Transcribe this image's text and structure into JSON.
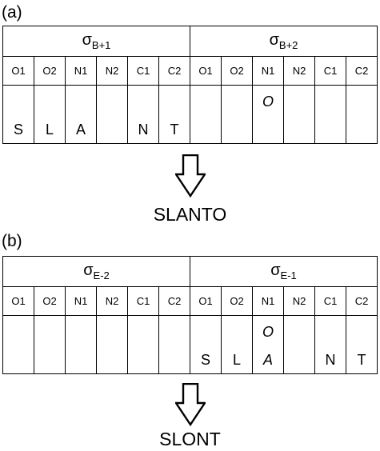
{
  "panels": [
    {
      "label": "(a)",
      "sigmas": [
        {
          "base": "σ",
          "sub": "B+1"
        },
        {
          "base": "σ",
          "sub": "B+2"
        }
      ],
      "slots": [
        "O1",
        "O2",
        "N1",
        "N2",
        "C1",
        "C2",
        "O1",
        "O2",
        "N1",
        "N2",
        "C1",
        "C2"
      ],
      "cells": [
        {
          "top": "",
          "bottom": "S"
        },
        {
          "top": "",
          "bottom": "L"
        },
        {
          "top": "",
          "bottom": "A"
        },
        {
          "top": "",
          "bottom": ""
        },
        {
          "top": "",
          "bottom": "N"
        },
        {
          "top": "",
          "bottom": "T"
        },
        {
          "top": "",
          "bottom": ""
        },
        {
          "top": "",
          "bottom": ""
        },
        {
          "top": "O",
          "bottom": ""
        },
        {
          "top": "",
          "bottom": ""
        },
        {
          "top": "",
          "bottom": ""
        },
        {
          "top": "",
          "bottom": ""
        }
      ],
      "result": "SLANTO"
    },
    {
      "label": "(b)",
      "sigmas": [
        {
          "base": "σ",
          "sub": "E-2"
        },
        {
          "base": "σ",
          "sub": "E-1"
        }
      ],
      "slots": [
        "O1",
        "O2",
        "N1",
        "N2",
        "C1",
        "C2",
        "O1",
        "O2",
        "N1",
        "N2",
        "C1",
        "C2"
      ],
      "cells": [
        {
          "top": "",
          "bottom": ""
        },
        {
          "top": "",
          "bottom": ""
        },
        {
          "top": "",
          "bottom": ""
        },
        {
          "top": "",
          "bottom": ""
        },
        {
          "top": "",
          "bottom": ""
        },
        {
          "top": "",
          "bottom": ""
        },
        {
          "top": "",
          "bottom": "S"
        },
        {
          "top": "",
          "bottom": "L"
        },
        {
          "top": "O",
          "bottom": "A",
          "bottom_italic": true
        },
        {
          "top": "",
          "bottom": ""
        },
        {
          "top": "",
          "bottom": "N"
        },
        {
          "top": "",
          "bottom": "T"
        }
      ],
      "result": "SLONT"
    }
  ]
}
